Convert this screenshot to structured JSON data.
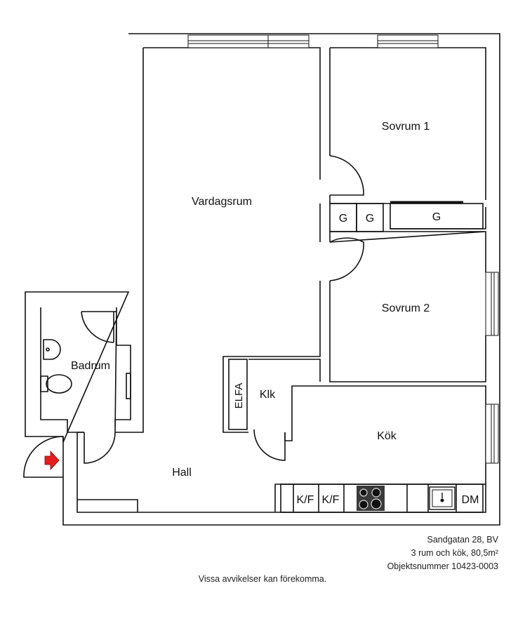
{
  "rooms": {
    "vardagsrum": "Vardagsrum",
    "sovrum1": "Sovrum 1",
    "sovrum2": "Sovrum 2",
    "badrum": "Badrum",
    "klk": "Klk",
    "kok": "Kök",
    "hall": "Hall"
  },
  "fixtures": {
    "garderob1": "G",
    "garderob2": "G",
    "garderob3": "G",
    "elfa": "ELFA",
    "kf1": "K/F",
    "kf2": "K/F",
    "dm": "DM"
  },
  "info": {
    "address": "Sandgatan 28, BV",
    "size": "3 rum och kök, 80,5m²",
    "object_number": "Objektsnummer 10423-0003"
  },
  "disclaimer": "Vissa avvikelser kan förekomma.",
  "colors": {
    "wall": "#111111",
    "entry_arrow": "#e41e1e",
    "stove": "#3a3a3a"
  }
}
